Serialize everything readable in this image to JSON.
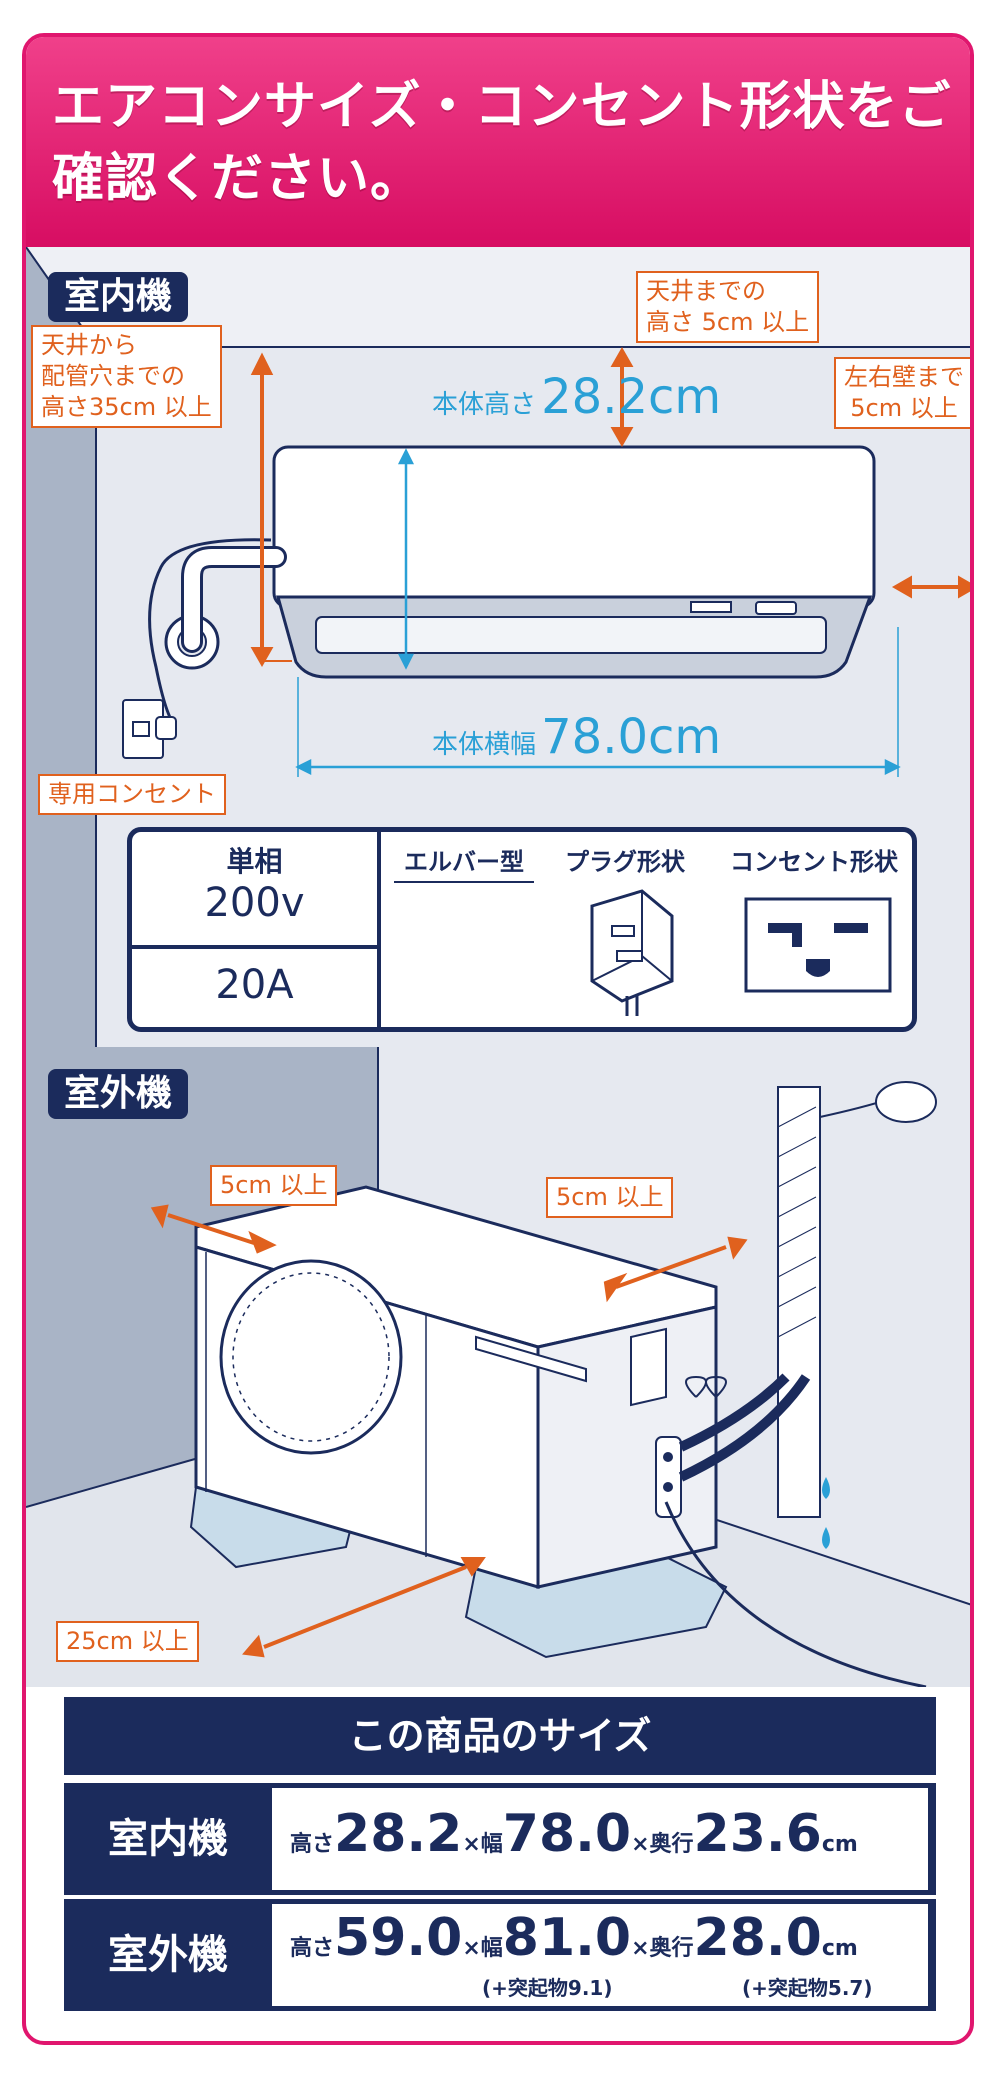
{
  "header": {
    "title": "エアコンサイズ・コンセント形状をご確認ください。"
  },
  "indoor": {
    "tag": "室内機",
    "notes": {
      "ceiling_clearance": "天井までの\n高さ 5cm 以上",
      "pipe_height": "天井から\n配管穴までの\n高さ35cm 以上",
      "side_clearance": "左右壁まで\n5cm 以上",
      "outlet": "専用コンセント"
    },
    "height_label": "本体高さ",
    "height_value": "28.2cm",
    "width_label": "本体横幅",
    "width_value": "78.0cm",
    "spec": {
      "phase": "単相",
      "voltage": "200v",
      "amp": "20A",
      "elbow": "エルバー型",
      "plug": "プラグ形状",
      "outlet_shape": "コンセント形状"
    }
  },
  "outdoor": {
    "tag": "室外機",
    "notes": {
      "left": "5cm 以上",
      "back": "5cm 以上",
      "front": "25cm 以上"
    }
  },
  "size_table": {
    "title": "この商品のサイズ",
    "rows": [
      {
        "label": "室内機",
        "h_label": "高さ",
        "h": "28.2",
        "x1": "×",
        "w_label": "幅",
        "w": "78.0",
        "x2": "×",
        "d_label": "奥行",
        "d": "23.6",
        "unit": "cm",
        "w_note": "",
        "d_note": ""
      },
      {
        "label": "室外機",
        "h_label": "高さ",
        "h": "59.0",
        "x1": "×",
        "w_label": "幅",
        "w": "81.0",
        "x2": "×",
        "d_label": "奥行",
        "d": "28.0",
        "unit": "cm",
        "w_note": "(+突起物9.1)",
        "d_note": "(+突起物5.7)"
      }
    ]
  },
  "colors": {
    "pink": "#e0166e",
    "navy": "#1b2b5c",
    "orange": "#e0611e",
    "blue": "#2aa0d6",
    "wall": "#a9b4c6"
  }
}
